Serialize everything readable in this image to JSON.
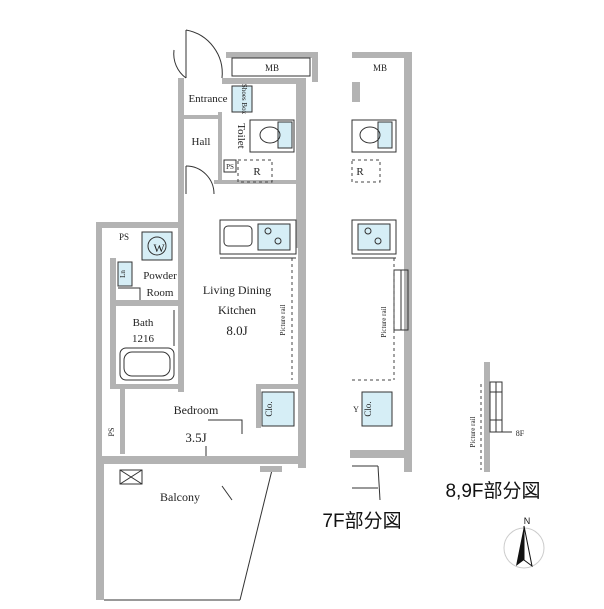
{
  "labels": {
    "mb_left": "MB",
    "mb_right": "MB",
    "entrance": "Entrance",
    "shoes_box": "Shoes Box",
    "hall": "Hall",
    "toilet": "Toilet",
    "ps_top": "PS",
    "r_left": "R",
    "r_right": "R",
    "ps_mid": "PS",
    "w": "W",
    "ln": "Ln",
    "powder_room": "Powder Room",
    "powder_1": "Powder",
    "powder_2": "Room",
    "bath_1": "Bath",
    "bath_2": "1216",
    "ldk_1": "Living Dining",
    "ldk_2": "Kitchen",
    "ldk_size": "8.0J",
    "picture_rail_1": "Picture rail",
    "picture_rail_2": "Picture rail",
    "picture_rail_3": "Picture rail",
    "bedroom": "Bedroom",
    "bedroom_size": "3.5J",
    "clo_left": "Clo.",
    "clo_right": "Clo.",
    "ps_bottom": "PS",
    "balcony": "Balcony",
    "floor_8f": "8F",
    "y_mark": "Y",
    "caption_7f": "7F部分図",
    "caption_89f": "8,9F部分図",
    "north": "N"
  },
  "colors": {
    "wall": "#b3b3b3",
    "fixture": "#d6eef6",
    "line": "#333333"
  }
}
